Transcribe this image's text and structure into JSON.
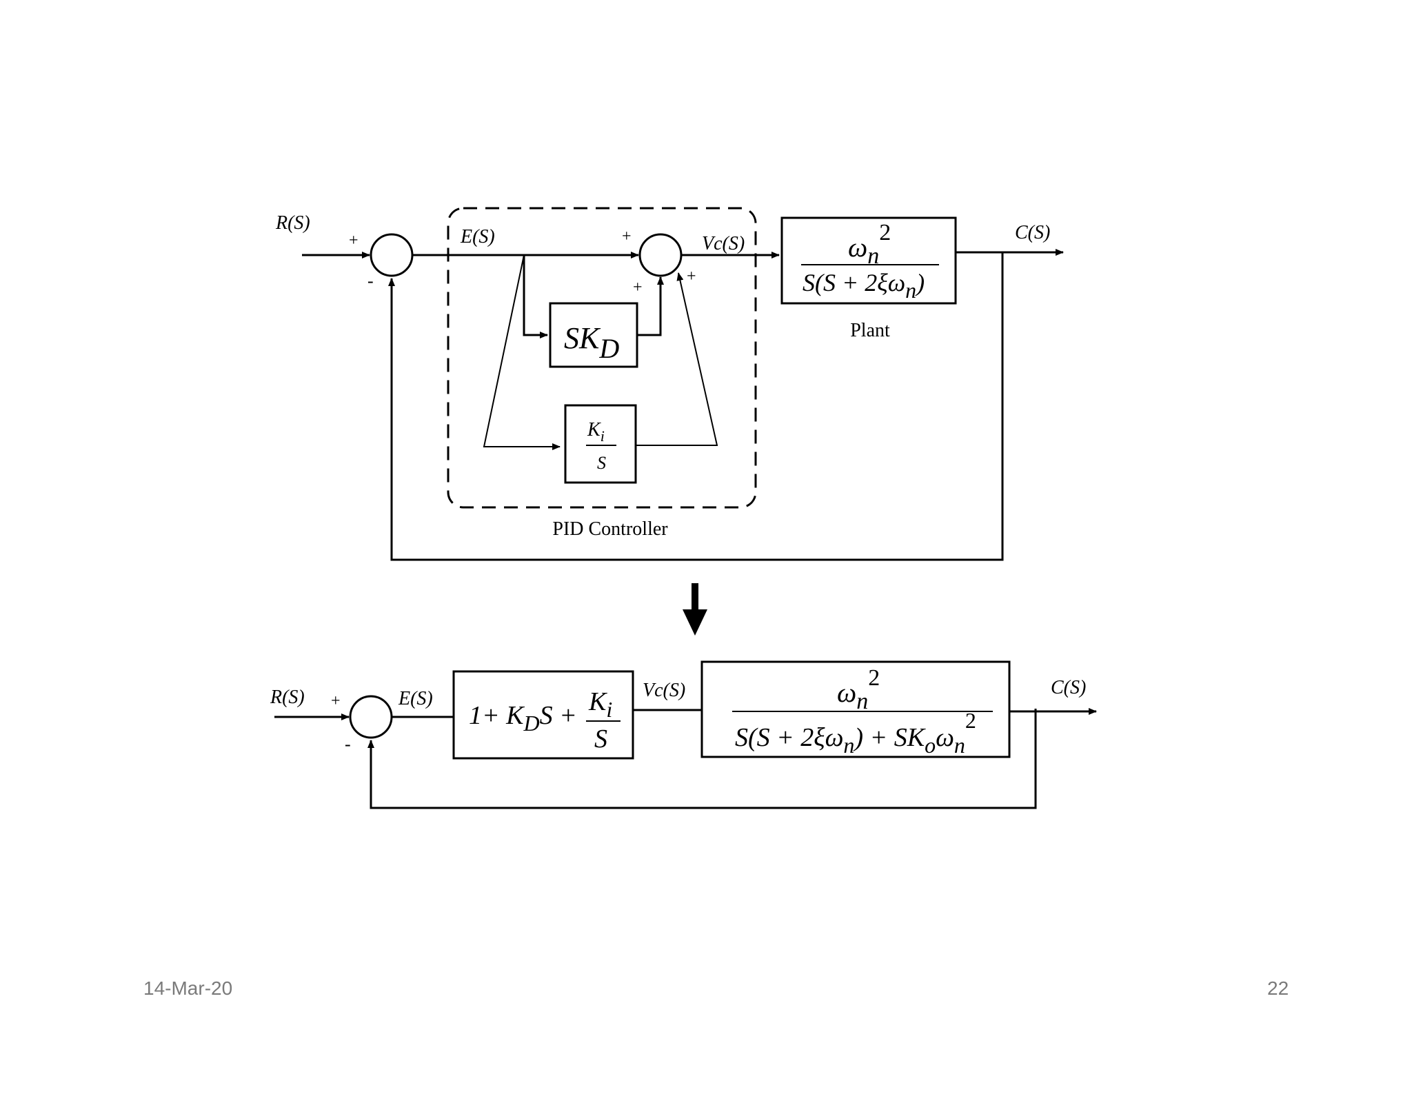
{
  "top_diagram": {
    "input_label": "R(S)",
    "output_label": "C(S)",
    "error_label": "E(S)",
    "vc_label": "Vc(S)",
    "sum1_plus": "+",
    "sum1_minus": "-",
    "sum2_plus_top": "+",
    "sum2_plus_left": "+",
    "sum2_plus_right": "+",
    "derivative_block": {
      "main": "SK",
      "sub": "D"
    },
    "integral_block": {
      "num_main": "K",
      "num_sub": "i",
      "den": "S"
    },
    "plant_block": {
      "num_main": "ω",
      "num_sub": "n",
      "num_sup": "2",
      "den_a": "S(S + 2ξω",
      "den_sub": "n",
      "den_b": ")"
    },
    "plant_caption": "Plant",
    "controller_caption": "PID Controller"
  },
  "bottom_diagram": {
    "input_label": "R(S)",
    "output_label": "C(S)",
    "error_label": "E(S)",
    "vc_label": "Vc(S)",
    "sum_plus": "+",
    "sum_minus": "-",
    "controller_block": {
      "a": "1+ K",
      "a_sub": "D",
      "b": "S +",
      "frac_num_main": "K",
      "frac_num_sub": "i",
      "frac_den": "S"
    },
    "plant_block": {
      "num_main": "ω",
      "num_sub": "n",
      "num_sup": "2",
      "den_a": "S(S + 2ξω",
      "den_sub1": "n",
      "den_b": ") + SK",
      "den_sub2": "o",
      "den_c": "ω",
      "den_sub3": "n",
      "den_sup": "2"
    }
  },
  "footer": {
    "date": "14-Mar-20",
    "page_number": "22"
  }
}
